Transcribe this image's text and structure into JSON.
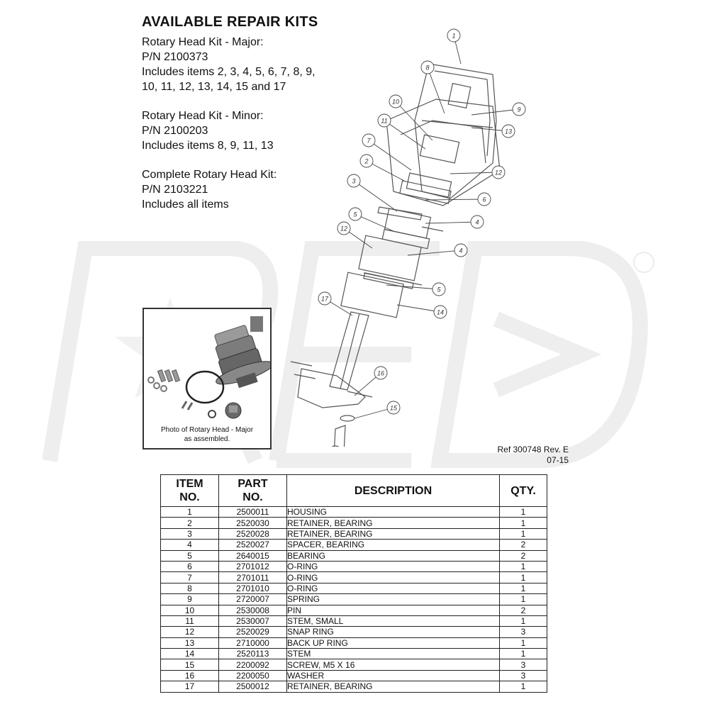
{
  "heading": "AVAILABLE REPAIR KITS",
  "kits": [
    {
      "name": "Rotary Head Kit - Major:",
      "pn": "P/N 2100373",
      "includes_1": "Includes items 2, 3, 4, 5, 6, 7, 8, 9,",
      "includes_2": "10, 11, 12, 13, 14, 15 and 17"
    },
    {
      "name": "Rotary Head Kit - Minor:",
      "pn": "P/N 2100203",
      "includes_1": "Includes items 8, 9, 11, 13"
    },
    {
      "name": "Complete Rotary Head Kit:",
      "pn": "P/N 2103221",
      "includes_1": "Includes all items"
    }
  ],
  "photo": {
    "caption_1": "Photo of Rotary Head - Major",
    "caption_2": "as assembled."
  },
  "diagram_callouts": [
    "1",
    "8",
    "9",
    "10",
    "11",
    "13",
    "7",
    "12",
    "2",
    "3",
    "6",
    "4",
    "5",
    "12",
    "4",
    "5",
    "14",
    "17",
    "16",
    "15"
  ],
  "reference": {
    "ref": "Ref 300748 Rev. E",
    "date": "07-15"
  },
  "table": {
    "headers": {
      "item_1": "ITEM",
      "item_2": "NO.",
      "part_1": "PART",
      "part_2": "NO.",
      "description": "DESCRIPTION",
      "qty": "QTY."
    },
    "rows": [
      {
        "item": "1",
        "part": "2500011",
        "desc": "HOUSING",
        "qty": "1"
      },
      {
        "item": "2",
        "part": "2520030",
        "desc": "RETAINER, BEARING",
        "qty": "1"
      },
      {
        "item": "3",
        "part": "2520028",
        "desc": "RETAINER, BEARING",
        "qty": "1"
      },
      {
        "item": "4",
        "part": "2520027",
        "desc": "SPACER, BEARING",
        "qty": "2"
      },
      {
        "item": "5",
        "part": "2640015",
        "desc": "BEARING",
        "qty": "2"
      },
      {
        "item": "6",
        "part": "2701012",
        "desc": "O-RING",
        "qty": "1"
      },
      {
        "item": "7",
        "part": "2701011",
        "desc": "O-RING",
        "qty": "1"
      },
      {
        "item": "8",
        "part": "2701010",
        "desc": "O-RING",
        "qty": "1"
      },
      {
        "item": "9",
        "part": "2720007",
        "desc": "SPRING",
        "qty": "1"
      },
      {
        "item": "10",
        "part": "2530008",
        "desc": "PIN",
        "qty": "2"
      },
      {
        "item": "11",
        "part": "2530007",
        "desc": "STEM, SMALL",
        "qty": "1"
      },
      {
        "item": "12",
        "part": "2520029",
        "desc": "SNAP RING",
        "qty": "3"
      },
      {
        "item": "13",
        "part": "2710000",
        "desc": "BACK UP RING",
        "qty": "1"
      },
      {
        "item": "14",
        "part": "2520113",
        "desc": "STEM",
        "qty": "1"
      },
      {
        "item": "15",
        "part": "2200092",
        "desc": "SCREW, M5 X 16",
        "qty": "3"
      },
      {
        "item": "16",
        "part": "2200050",
        "desc": "WASHER",
        "qty": "3"
      },
      {
        "item": "17",
        "part": "2500012",
        "desc": "RETAINER, BEARING",
        "qty": "1"
      }
    ]
  }
}
